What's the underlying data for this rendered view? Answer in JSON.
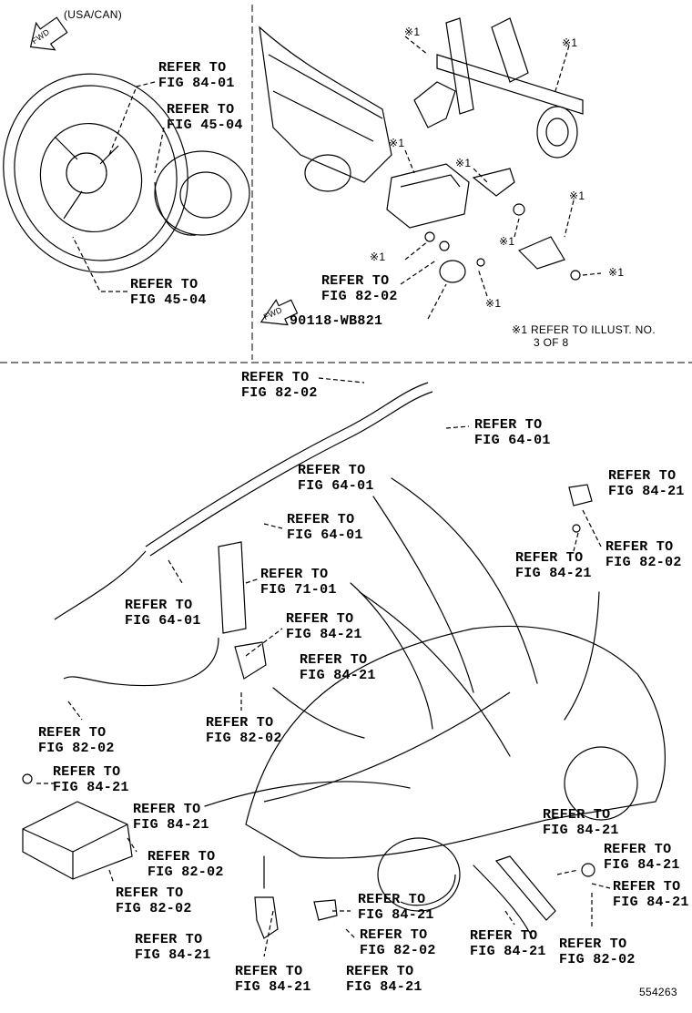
{
  "header": {
    "region": "(USA/CAN)",
    "fwd": "FWD"
  },
  "labels": [
    {
      "id": "ref-steering-84-01",
      "line1": "REFER TO",
      "line2": "FIG 84-01"
    },
    {
      "id": "ref-airbag-45-04a",
      "line1": "REFER TO",
      "line2": "FIG 45-04"
    },
    {
      "id": "ref-wheel-45-04b",
      "line1": "REFER TO",
      "line2": "FIG 45-04"
    },
    {
      "id": "ref-dash-82-02",
      "line1": "REFER TO",
      "line2": "FIG 82-02"
    },
    {
      "id": "ref-roof-82-02",
      "line1": "REFER TO",
      "line2": "FIG 82-02"
    },
    {
      "id": "ref-roof-64-01a",
      "line1": "REFER TO",
      "line2": "FIG 64-01"
    },
    {
      "id": "ref-roof-64-01b",
      "line1": "REFER TO",
      "line2": "FIG 64-01"
    },
    {
      "id": "ref-roof-64-01c",
      "line1": "REFER TO",
      "line2": "FIG 64-01"
    },
    {
      "id": "ref-curtain-64-01",
      "line1": "REFER TO",
      "line2": "FIG 64-01"
    },
    {
      "id": "ref-seat-71-01",
      "line1": "REFER TO",
      "line2": "FIG 71-01"
    },
    {
      "id": "ref-sensor-84-21a",
      "line1": "REFER TO",
      "line2": "FIG 84-21"
    },
    {
      "id": "ref-sensor-84-21b",
      "line1": "REFER TO",
      "line2": "FIG 84-21"
    },
    {
      "id": "ref-sensor-82-02",
      "line1": "REFER TO",
      "line2": "FIG 82-02"
    },
    {
      "id": "ref-rt-84-21a",
      "line1": "REFER TO",
      "line2": "FIG 84-21"
    },
    {
      "id": "ref-rt-82-02a",
      "line1": "REFER TO",
      "line2": "FIG 82-02"
    },
    {
      "id": "ref-rt-84-21b",
      "line1": "REFER TO",
      "line2": "FIG 84-21"
    },
    {
      "id": "ref-wire-82-02",
      "line1": "REFER TO",
      "line2": "FIG 82-02"
    },
    {
      "id": "ref-ecu-84-21a",
      "line1": "REFER TO",
      "line2": "FIG 84-21"
    },
    {
      "id": "ref-ecu-84-21b",
      "line1": "REFER TO",
      "line2": "FIG 84-21"
    },
    {
      "id": "ref-ecu-82-02a",
      "line1": "REFER TO",
      "line2": "FIG 82-02"
    },
    {
      "id": "ref-ecu-82-02b",
      "line1": "REFER TO",
      "line2": "FIG 82-02"
    },
    {
      "id": "ref-front-84-21a",
      "line1": "REFER TO",
      "line2": "FIG 84-21"
    },
    {
      "id": "ref-front-84-21b",
      "line1": "REFER TO",
      "line2": "FIG 84-21"
    },
    {
      "id": "ref-front-84-21c",
      "line1": "REFER TO",
      "line2": "FIG 84-21"
    },
    {
      "id": "ref-front-84-21d",
      "line1": "REFER TO",
      "line2": "FIG 84-21"
    },
    {
      "id": "ref-front-82-02",
      "line1": "REFER TO",
      "line2": "FIG 82-02"
    },
    {
      "id": "ref-rear-84-21a",
      "line1": "REFER TO",
      "line2": "FIG 84-21"
    },
    {
      "id": "ref-rear-84-21b",
      "line1": "REFER TO",
      "line2": "FIG 84-21"
    },
    {
      "id": "ref-rear-84-21c",
      "line1": "REFER TO",
      "line2": "FIG 84-21"
    },
    {
      "id": "ref-rear-84-21d",
      "line1": "REFER TO",
      "line2": "FIG 84-21"
    },
    {
      "id": "ref-rear-82-02",
      "line1": "REFER TO",
      "line2": "FIG 82-02"
    }
  ],
  "part_number": "90118-WB821",
  "note_mark": "※1",
  "note": {
    "line1": "※1 REFER TO ILLUST. NO.",
    "line2": "3 OF 8"
  },
  "illustration_number": "554263"
}
